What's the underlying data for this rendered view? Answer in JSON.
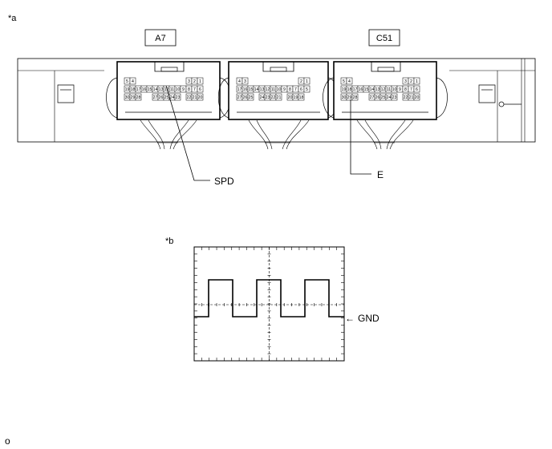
{
  "figure_labels": {
    "a": "*a",
    "b": "*b"
  },
  "connectors": [
    {
      "id": "A7",
      "row1": [
        "5",
        "4",
        "",
        "",
        "",
        "",
        "",
        "",
        "",
        "",
        "",
        "3",
        "2",
        "1"
      ],
      "row2": [
        "19",
        "18",
        "17",
        "16",
        "15",
        "14",
        "13",
        "12",
        "11",
        "10",
        "9",
        "8",
        "7",
        "6"
      ],
      "row3": [
        "30",
        "29",
        "28",
        "",
        "",
        "27",
        "26",
        "25",
        "24",
        "23",
        "",
        "22",
        "21",
        "20"
      ]
    },
    {
      "id": "",
      "row1": [
        "4",
        "3",
        "",
        "",
        "",
        "",
        "",
        "",
        "",
        "",
        "",
        "2",
        "1"
      ],
      "row2": [
        "17",
        "16",
        "15",
        "14",
        "13",
        "12",
        "11",
        "10",
        "9",
        "8",
        "7",
        "6",
        "5"
      ],
      "row3": [
        "27",
        "26",
        "25",
        "",
        "24",
        "23",
        "22",
        "21",
        "",
        "20",
        "19",
        "18",
        ""
      ]
    },
    {
      "id": "C51",
      "row1": [
        "5",
        "4",
        "",
        "",
        "",
        "",
        "",
        "",
        "",
        "",
        "",
        "3",
        "2",
        "1"
      ],
      "row2": [
        "19",
        "18",
        "17",
        "16",
        "15",
        "14",
        "13",
        "12",
        "11",
        "10",
        "9",
        "8",
        "7",
        "6"
      ],
      "row3": [
        "30",
        "29",
        "28",
        "",
        "",
        "27",
        "26",
        "25",
        "24",
        "23",
        "",
        "22",
        "21",
        "20"
      ]
    }
  ],
  "callouts": {
    "spd": "SPD",
    "e": "E"
  },
  "waveform": {
    "gnd_label": "GND",
    "arrow": "←",
    "levels": [
      "low",
      "high",
      "low",
      "high",
      "low",
      "high",
      "low"
    ]
  },
  "footer_mark": "o"
}
